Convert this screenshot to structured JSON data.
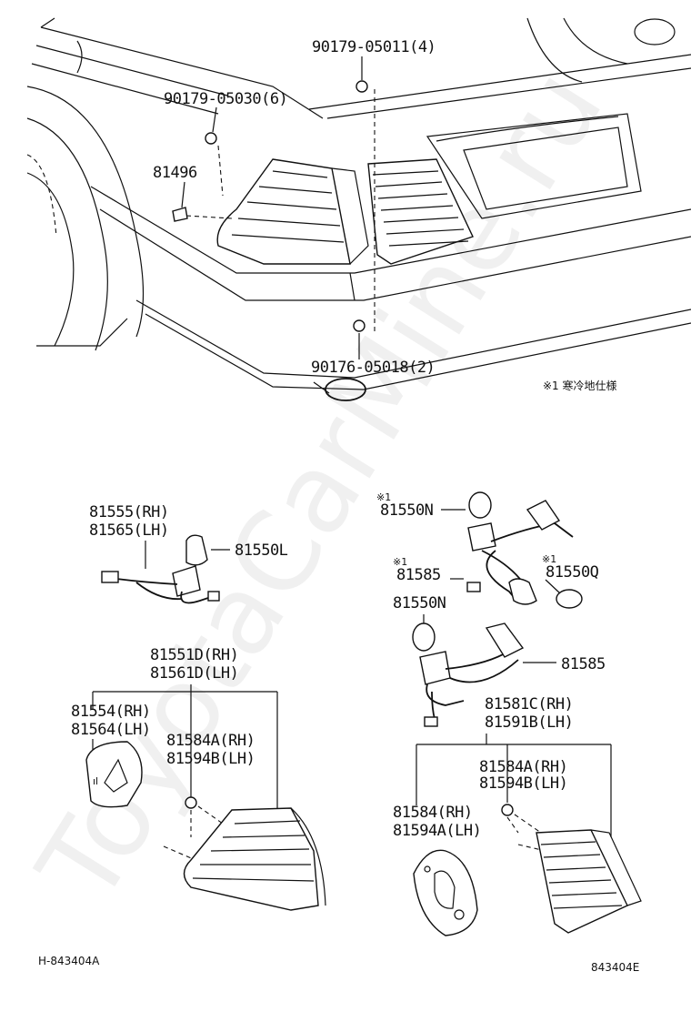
{
  "watermark": "ToyotaCarMine.ru",
  "note": "※1 寒冷地仕様",
  "mark": "※1",
  "footer": {
    "left_code": "H-843404A",
    "right_code": "843404E"
  },
  "parts": {
    "p_90179_05011": "90179-05011(4)",
    "p_90179_05030": "90179-05030(6)",
    "p_81496": "81496",
    "p_90176_05018": "90176-05018(2)",
    "p_81555": "81555(RH)",
    "p_81565": "81565(LH)",
    "p_81550L": "81550L",
    "p_81550N_a": "81550N",
    "p_81585_a": "81585",
    "p_81550Q": "81550Q",
    "p_81550N_b": "81550N",
    "p_81585_b": "81585",
    "p_81551D": "81551D(RH)",
    "p_81561D": "81561D(LH)",
    "p_81554": "81554(RH)",
    "p_81564": "81564(LH)",
    "p_81584A_a": "81584A(RH)",
    "p_81594B_a": "81594B(LH)",
    "p_81581C": "81581C(RH)",
    "p_81591B": "81591B(LH)",
    "p_81584A_b": "81584A(RH)",
    "p_81594B_b": "81594B(LH)",
    "p_81584": "81584(RH)",
    "p_81594A": "81594A(LH)"
  }
}
